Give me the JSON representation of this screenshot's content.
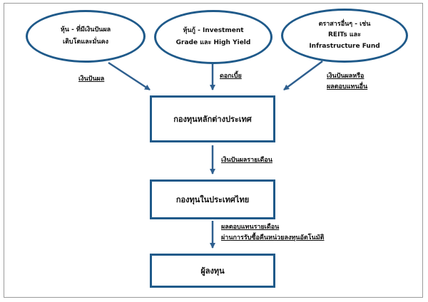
{
  "sources": {
    "stocks": {
      "line1": "หุ้น - ที่มีเงินปันผล",
      "line2": "เติบโตและมั่นคง"
    },
    "bonds": {
      "line1": "หุ้นกู้ - Investment",
      "line2": "Grade และ High Yield"
    },
    "others": {
      "line1": "ตราสารอื่นๆ - เช่น",
      "line2": "REITs และ",
      "line3": "Infrastructure Fund"
    }
  },
  "flows": {
    "dividend": "เงินปันผล",
    "interest": "ดอกเบี้ย",
    "other_line1": "เงินปันผลหรือ",
    "other_line2": "ผลตอบแทนอื่น",
    "monthly_dividend": "เงินปันผลรายเดือน",
    "monthly_return_line1": "ผลตอบแทนรายเดือน",
    "monthly_return_line2": "ผ่านการรับซื้อคืนหน่วยลงทุนอัตโนมัติ"
  },
  "nodes": {
    "master_fund": "กองทุนหลักต่างประเทศ",
    "thai_fund": "กองทุนในประเทศไทย",
    "investor": "ผู้ลงทุน"
  },
  "colors": {
    "border": "#1f5a8a",
    "arrow": "#2e5f8f"
  }
}
